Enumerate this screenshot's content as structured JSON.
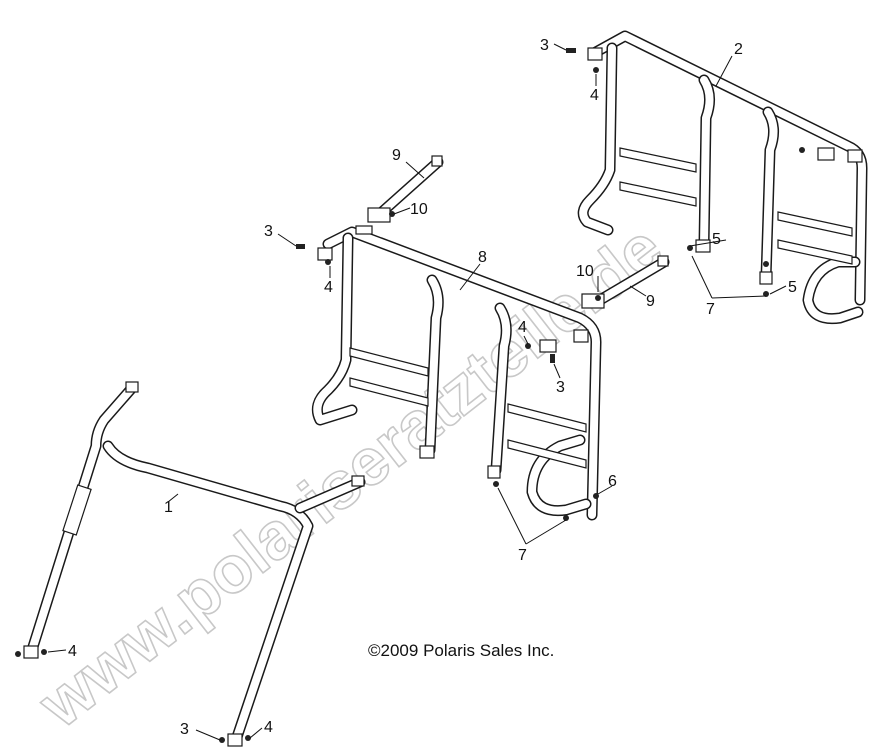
{
  "watermark": "www.polariseratzteile.de",
  "copyright": "©2009 Polaris Sales Inc.",
  "callouts": [
    "1",
    "2",
    "3",
    "4",
    "5",
    "6",
    "7",
    "8",
    "9",
    "10"
  ]
}
